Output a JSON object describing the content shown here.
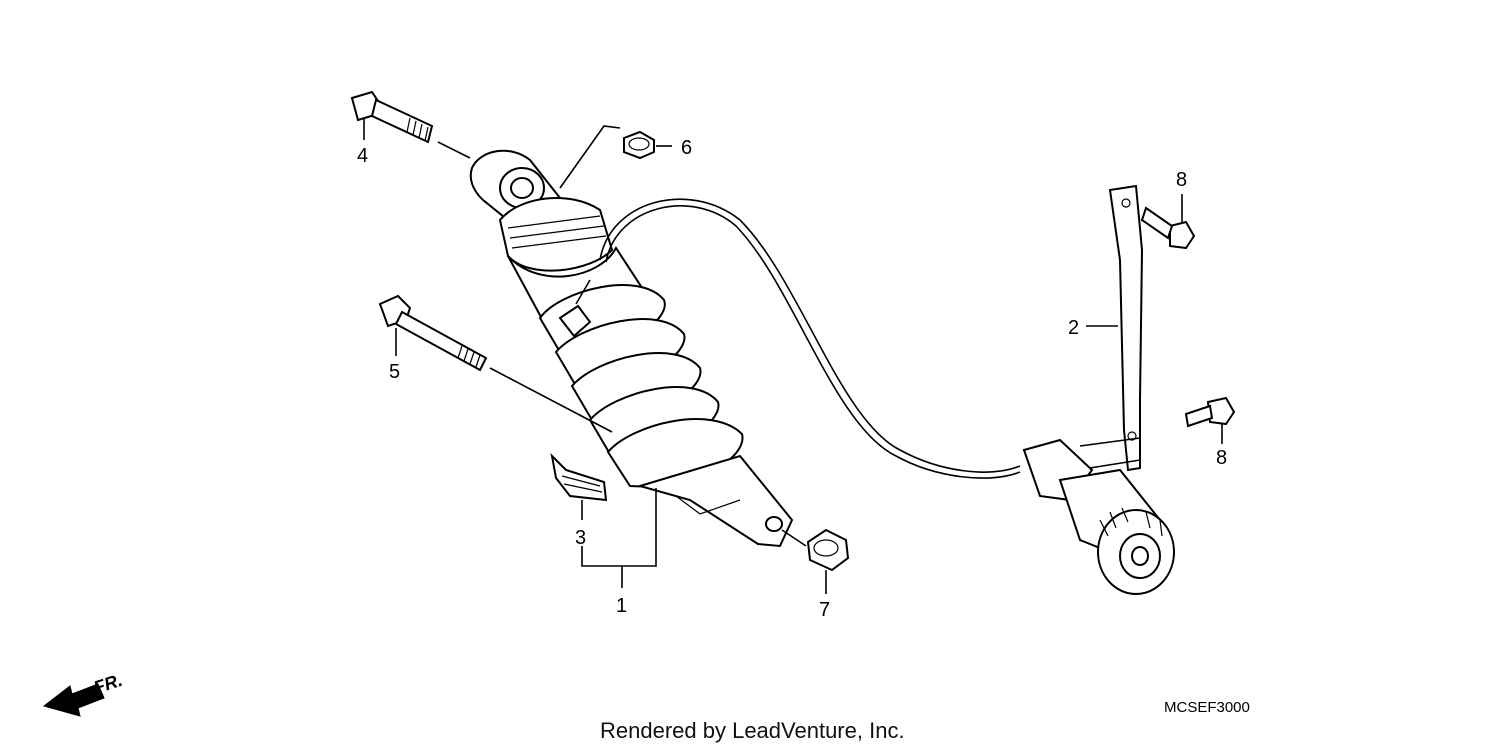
{
  "diagram": {
    "callouts": {
      "c1": "1",
      "c2": "2",
      "c3": "3",
      "c4": "4",
      "c5": "5",
      "c6": "6",
      "c7": "7",
      "c8a": "8",
      "c8b": "8"
    },
    "direction_label": "FR.",
    "diagram_code": "MCSEF3000",
    "credit": "Rendered by LeadVenture, Inc."
  }
}
